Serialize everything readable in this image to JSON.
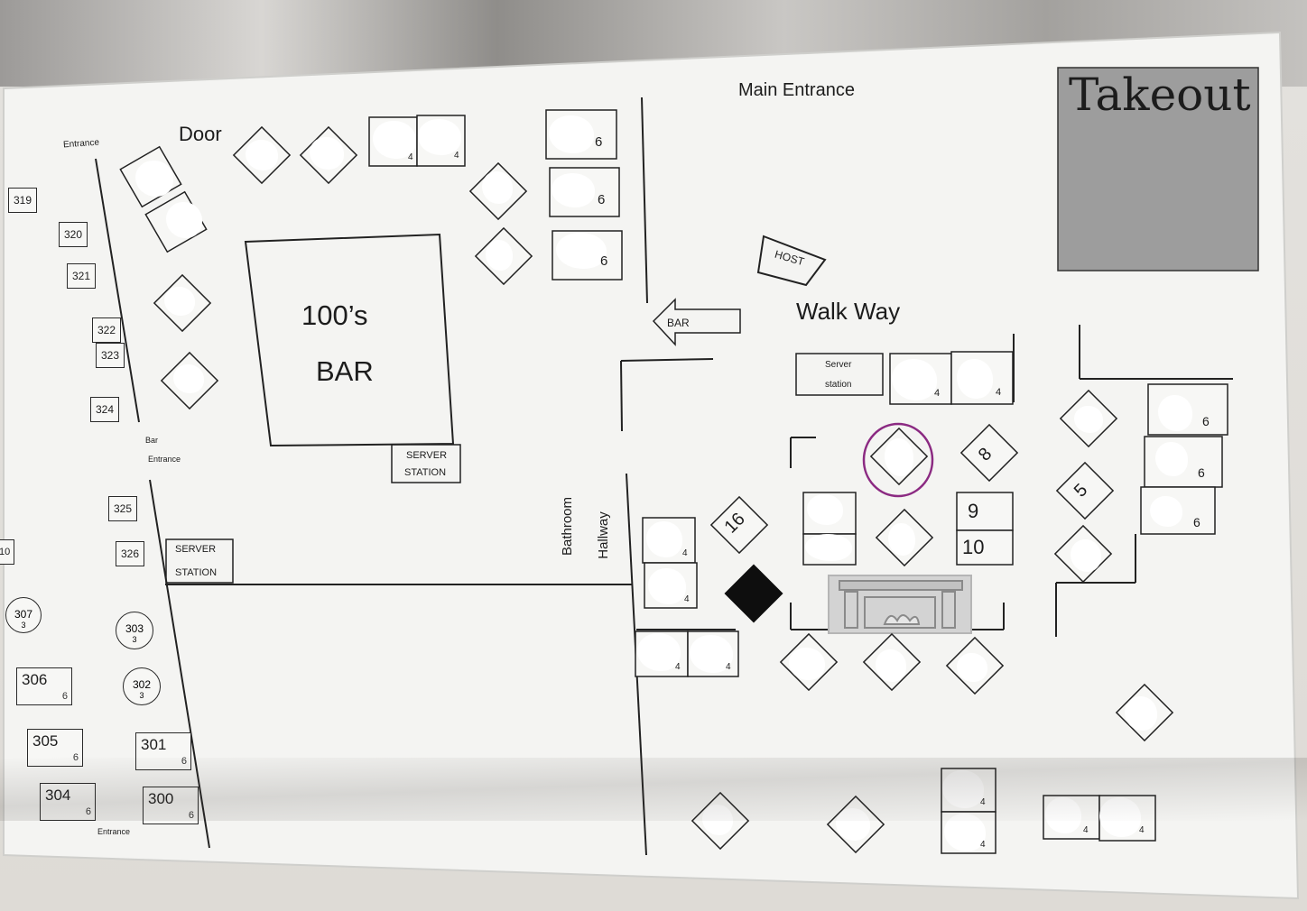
{
  "title": "Takeout",
  "labels": {
    "main_entrance": "Main Entrance",
    "door": "Door",
    "entrance_top_left": "Entrance",
    "bar_name": "100’s",
    "bar_word": "BAR",
    "bar_arrow": "BAR",
    "host": "HOST",
    "walk_way": "Walk Way",
    "server_station_small_1": "Server",
    "server_station_small_2": "station",
    "server_station_bar_1": "SERVER",
    "server_station_bar_2": "STATION",
    "server_station_left_1": "SERVER",
    "server_station_left_2": "STATION",
    "bar_entrance_1": "Bar",
    "bar_entrance_2": "Entrance",
    "bathroom": "Bathroom",
    "hallway": "Hallway",
    "entrance_bottom": "Entrance"
  },
  "tables_300s": [
    {
      "num": "319",
      "cap": ""
    },
    {
      "num": "320",
      "cap": ""
    },
    {
      "num": "321",
      "cap": ""
    },
    {
      "num": "322",
      "cap": ""
    },
    {
      "num": "323",
      "cap": ""
    },
    {
      "num": "324",
      "cap": ""
    },
    {
      "num": "325",
      "cap": ""
    },
    {
      "num": "326",
      "cap": ""
    },
    {
      "num": "10",
      "cap": ""
    }
  ],
  "round_tables": [
    {
      "num": "307",
      "cap": "3"
    },
    {
      "num": "303",
      "cap": "3"
    },
    {
      "num": "302",
      "cap": "3"
    }
  ],
  "booths_300s": [
    {
      "num": "306",
      "cap": "6"
    },
    {
      "num": "305",
      "cap": "6"
    },
    {
      "num": "304",
      "cap": "6"
    },
    {
      "num": "301",
      "cap": "6"
    },
    {
      "num": "300",
      "cap": "6"
    }
  ],
  "dining_numbers": {
    "t16": "16",
    "t8": "8",
    "t9": "9",
    "t10": "10",
    "t5": "5"
  },
  "capacity_marks": {
    "four": "4",
    "six": "6"
  },
  "colors": {
    "paper": "#f4f4f2",
    "ink": "#2a2a2a",
    "takeout_box": "#9d9d9d",
    "circle_highlight": "#8b2a82",
    "fireplace": "#b9b9b9"
  }
}
